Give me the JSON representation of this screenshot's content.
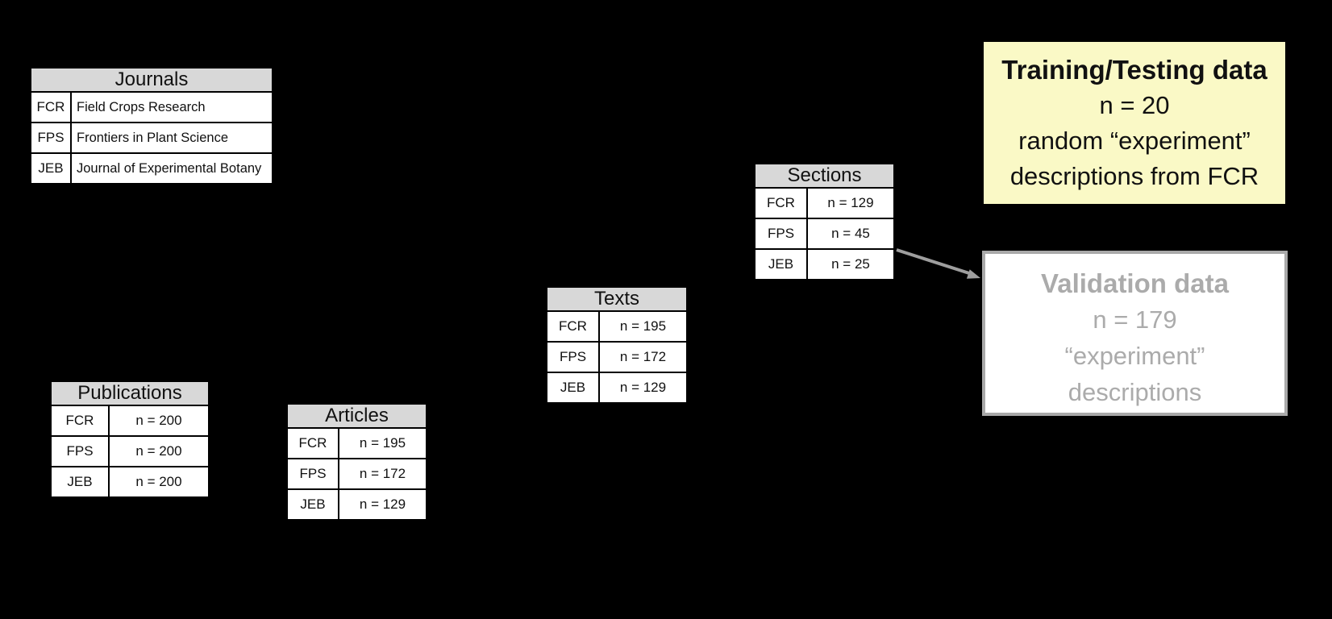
{
  "colors": {
    "canvas_bg": "#000000",
    "table_header_bg": "#D8D8D8",
    "table_cell_bg": "#FFFFFF",
    "table_text": "#111111"
  },
  "tables": [
    {
      "title": "Journals",
      "rows": [
        [
          "FCR",
          "Field Crops Research"
        ],
        [
          "FPS",
          "Frontiers in Plant Science"
        ],
        [
          "JEB",
          "Journal of Experimental Botany"
        ]
      ]
    },
    {
      "title": "Publications",
      "rows": [
        [
          "FCR",
          "n = 200"
        ],
        [
          "FPS",
          "n = 200"
        ],
        [
          "JEB",
          "n = 200"
        ]
      ]
    },
    {
      "title": "Articles",
      "rows": [
        [
          "FCR",
          "n = 195"
        ],
        [
          "FPS",
          "n = 172"
        ],
        [
          "JEB",
          "n = 129"
        ]
      ]
    },
    {
      "title": "Texts",
      "rows": [
        [
          "FCR",
          "n = 195"
        ],
        [
          "FPS",
          "n = 172"
        ],
        [
          "JEB",
          "n = 129"
        ]
      ]
    },
    {
      "title": "Sections",
      "rows": [
        [
          "FCR",
          "n = 129"
        ],
        [
          "FPS",
          "n = 45"
        ],
        [
          "JEB",
          "n = 25"
        ]
      ]
    }
  ],
  "training_box": {
    "title": "Training/Testing data",
    "lines": [
      "n = 20",
      "random “experiment”",
      "descriptions from FCR"
    ],
    "background": "#FAF9C6"
  },
  "validation_box": {
    "title": "Validation data",
    "lines": [
      "n = 179",
      "“experiment”",
      "descriptions"
    ],
    "background": "#FFFFFF",
    "text_color": "#ABABAB",
    "border_color": "#A9A9A9"
  },
  "arrow": {
    "color": "#9E9E9E"
  }
}
